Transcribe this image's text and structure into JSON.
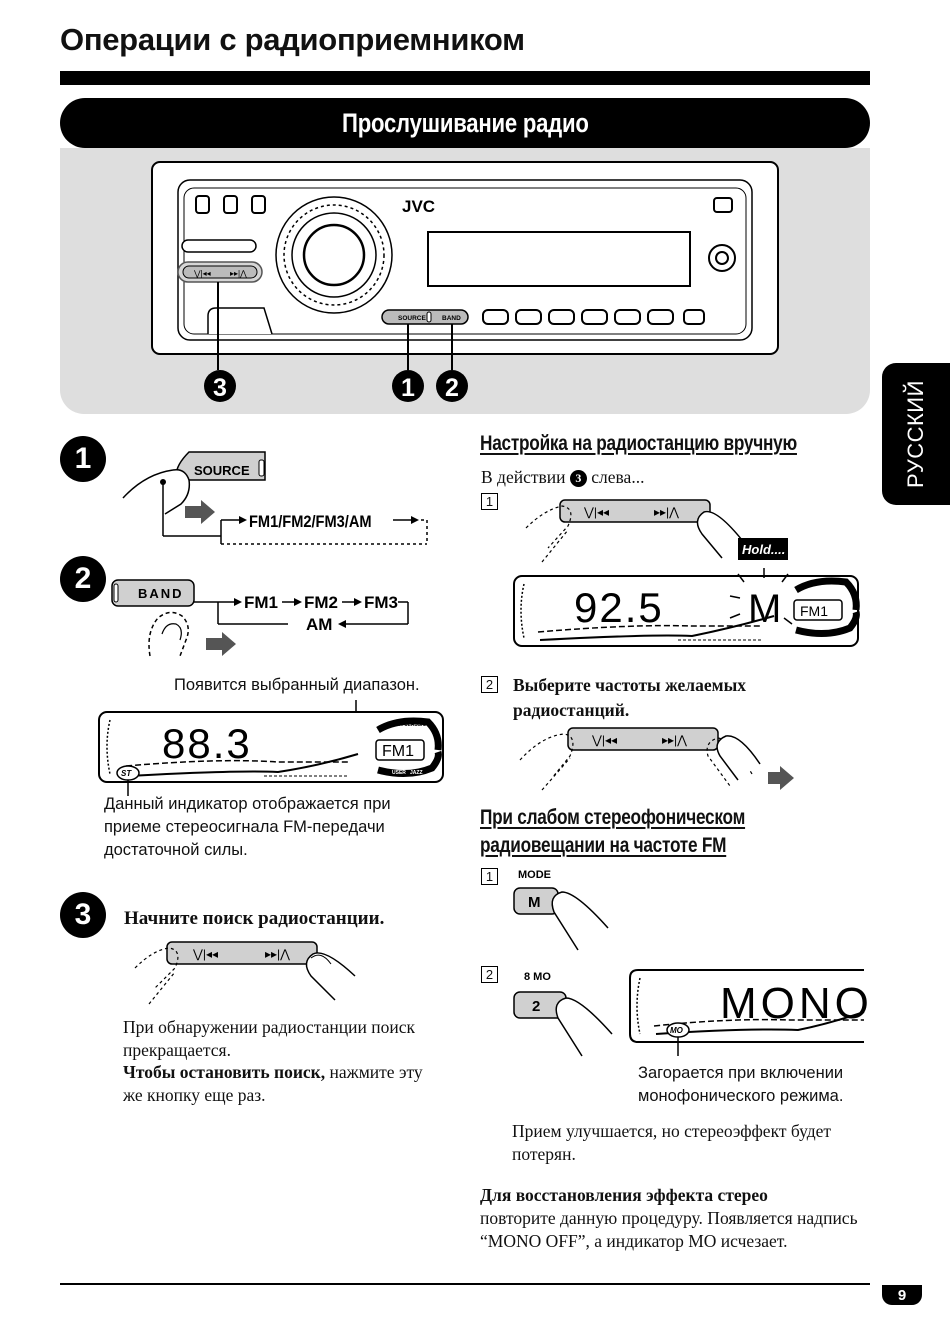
{
  "page": {
    "title": "Операции с радиоприемником",
    "number": "9",
    "language_tab": "РУССКИЙ"
  },
  "section": {
    "title": "Прослушивание радио"
  },
  "device": {
    "brand": "JVC",
    "source_label": "SOURCE",
    "band_label": "BAND",
    "callouts": [
      "3",
      "1",
      "2"
    ]
  },
  "step1": {
    "number": "1",
    "button_label": "SOURCE",
    "sequence": "FM1/FM2/FM3/AM"
  },
  "step2": {
    "number": "2",
    "button_label": "BAND",
    "sequence": [
      "FM1",
      "FM2",
      "FM3",
      "AM"
    ],
    "band_note": "Появится выбранный диапазон.",
    "display_freq": "88.3",
    "display_band": "FM1",
    "display_tags": [
      "ROCK CLASSIC",
      "USER",
      "JAZZ"
    ],
    "st_indicator": "ST",
    "st_note": "Данный индикатор отображается при приеме стереосигнала FM-передачи достаточной силы."
  },
  "step3": {
    "number": "3",
    "heading": "Начните поиск радиостанции.",
    "text1": "При обнаружении радиостанции поиск прекращается.",
    "text2_bold": "Чтобы остановить поиск,",
    "text2_rest": " нажмите эту же кнопку еще раз."
  },
  "manual_tuning": {
    "heading": "Настройка на радиостанцию вручную",
    "intro_before": "В действии",
    "intro_ref": "3",
    "intro_after": "слева...",
    "item1_num": "1",
    "hold_label": "Hold....",
    "display_freq": "92.5",
    "display_band": "FM1",
    "display_preset": "M",
    "item2_num": "2",
    "item2_text": "Выберите частоты желаемых радиостанций."
  },
  "weak_fm": {
    "heading_line1": "При слабом стереофоническом",
    "heading_line2": "радиовещании на частоте FM",
    "item1_num": "1",
    "mode_label": "MODE",
    "mode_key": "M",
    "item2_num": "2",
    "key_label": "8  MO",
    "key_number": "2",
    "display_text": "MONO",
    "mo_indicator": "MO",
    "mo_note": "Загорается при включении монофонического режима.",
    "result": "Прием улучшается, но стереоэффект будет потерян.",
    "restore_bold": "Для восстановления эффекта стерео",
    "restore_rest": "повторите данную процедуру. Появляется надпись “MONO OFF”, а индикатор MO исчезает."
  },
  "colors": {
    "panel_grey": "#dedede",
    "black": "#000000",
    "button_grey": "#d0d0d0"
  }
}
